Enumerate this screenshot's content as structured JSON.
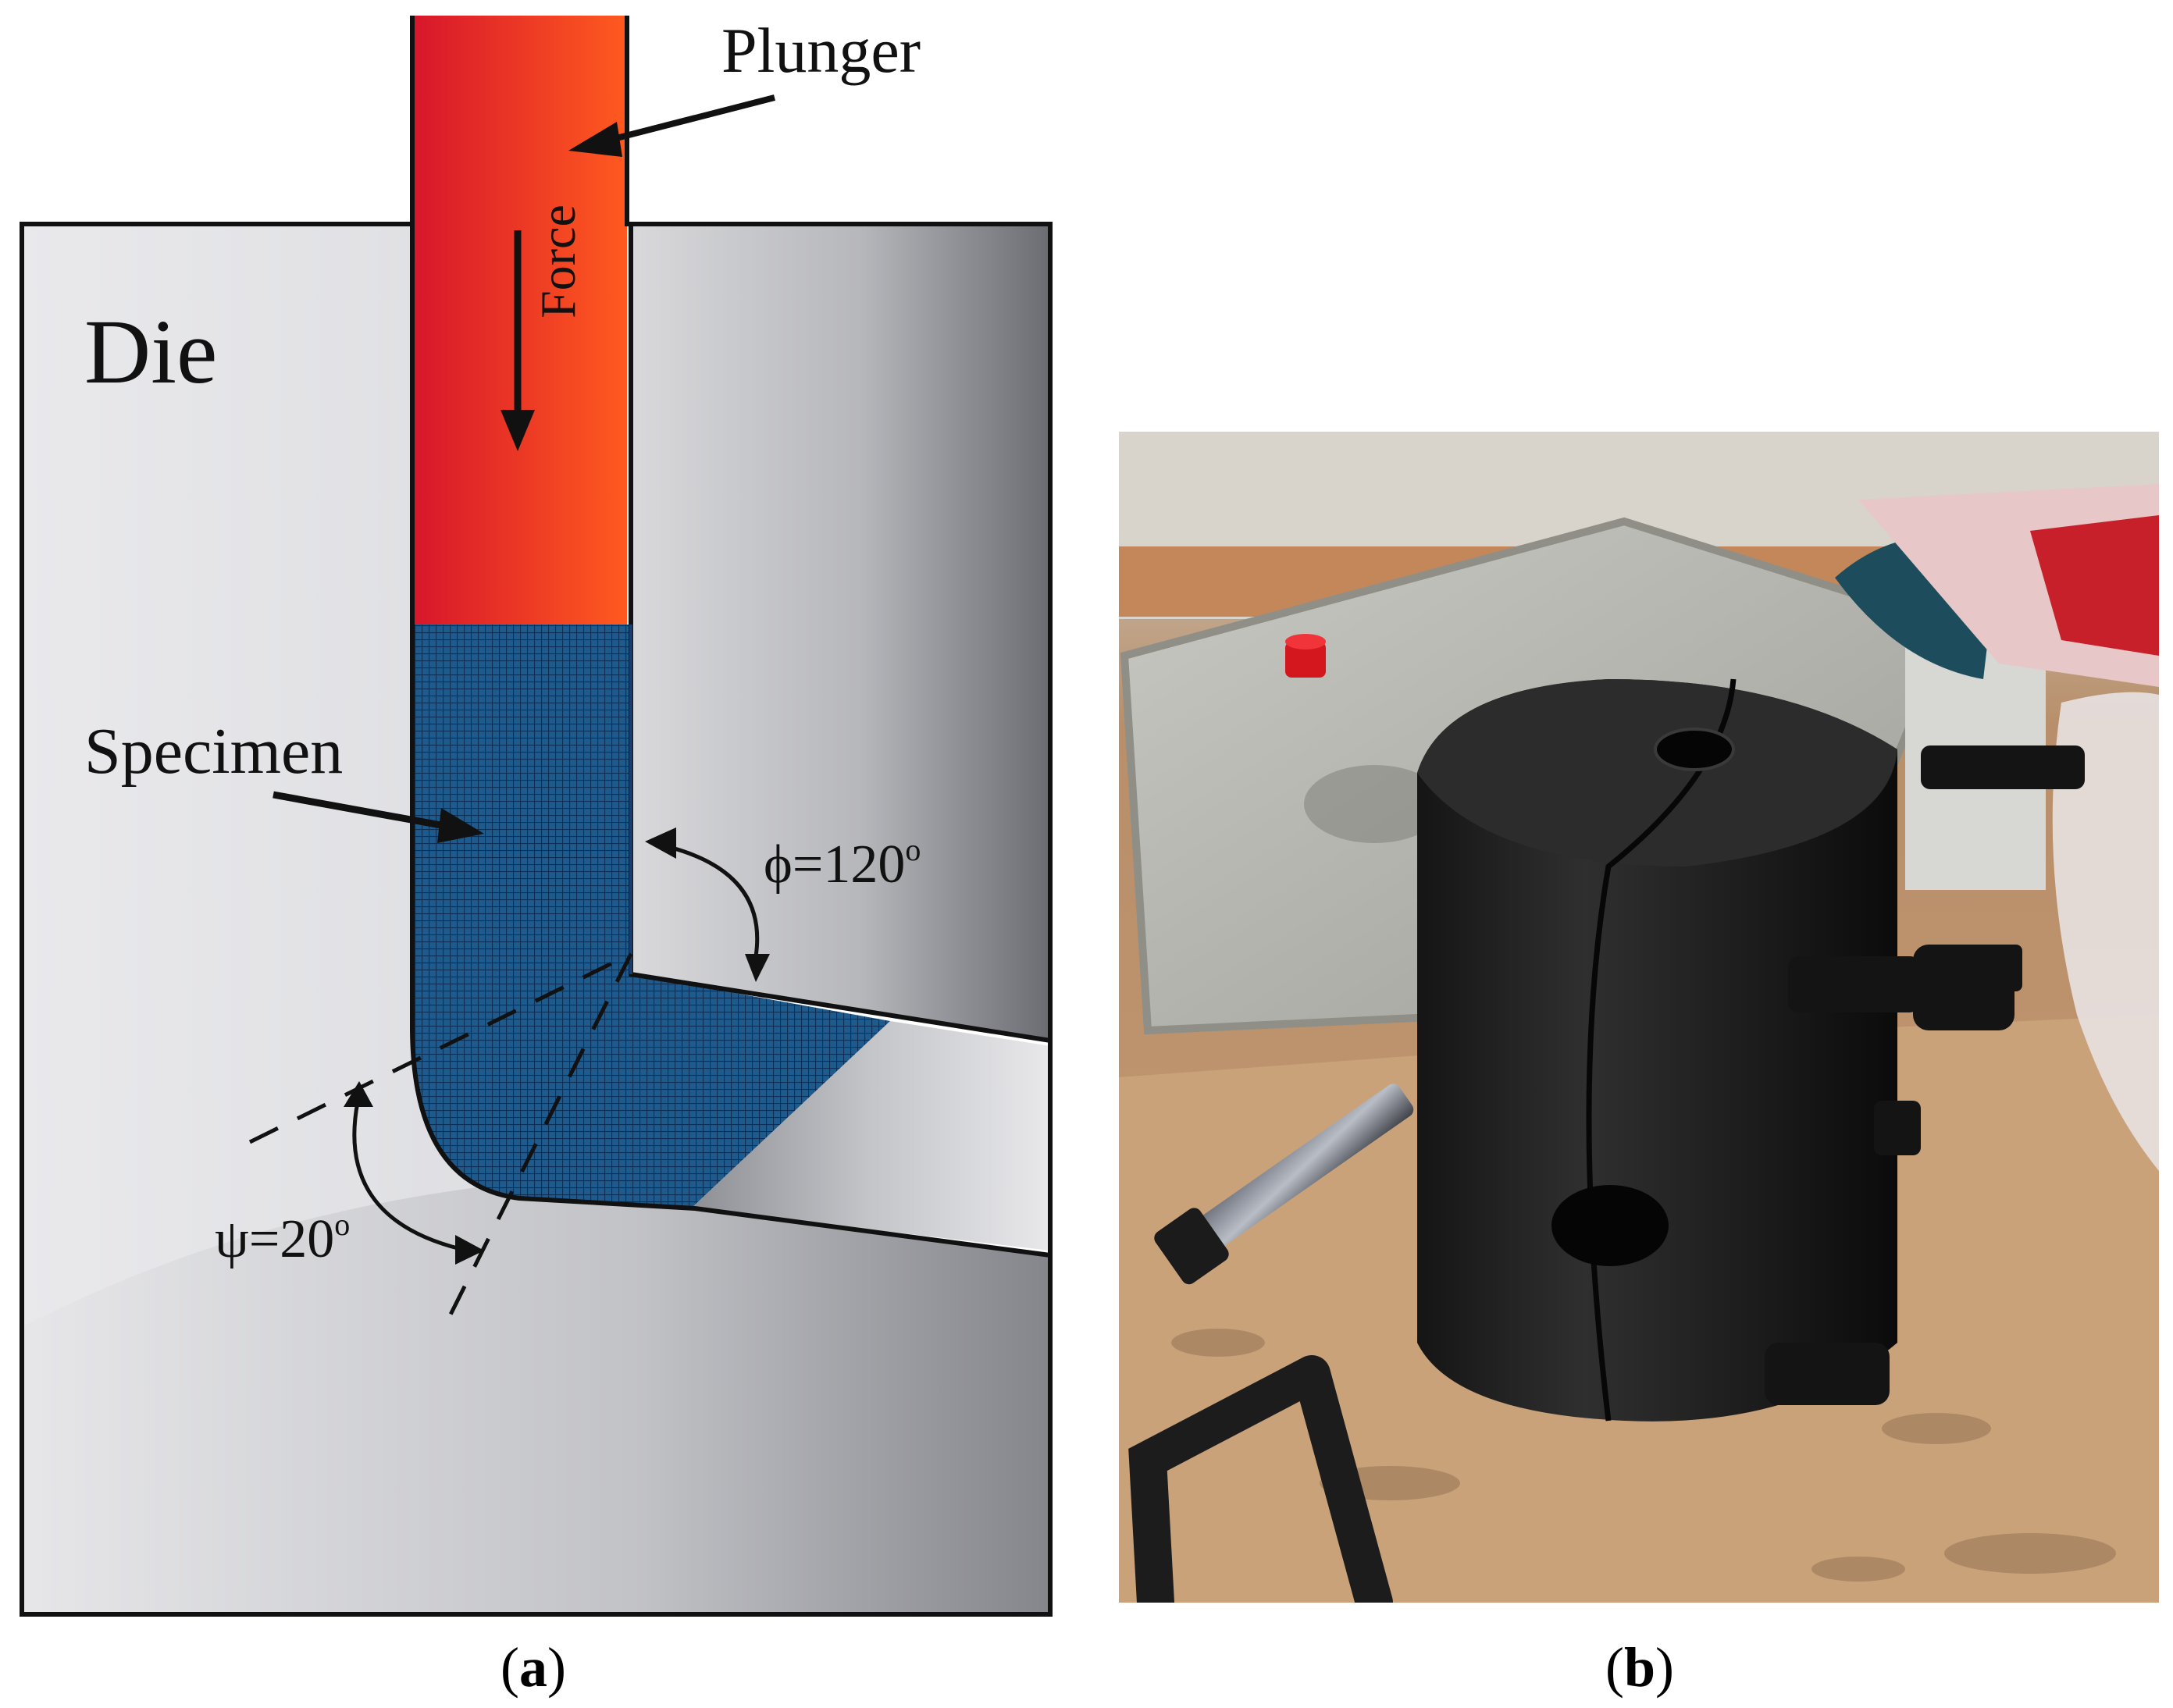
{
  "panel_a": {
    "die_label": "Die",
    "plunger_label": "Plunger",
    "force_label": "Force",
    "specimen_label": "Specimen",
    "phi_label": "ϕ=120",
    "phi_sup": "o",
    "psi_label": "ψ=20",
    "psi_sup": "o",
    "caption_open": "(",
    "caption_letter": "a",
    "caption_close": ")"
  },
  "panel_b": {
    "caption_open": "(",
    "caption_letter": "b",
    "caption_close": ")"
  },
  "colors": {
    "plunger_dark": "#d7162b",
    "plunger_light": "#ff5a1f",
    "specimen": "#1e5b8c",
    "die_light": "#e3e3e6",
    "die_dark": "#6b6c72",
    "outline": "#111111"
  }
}
